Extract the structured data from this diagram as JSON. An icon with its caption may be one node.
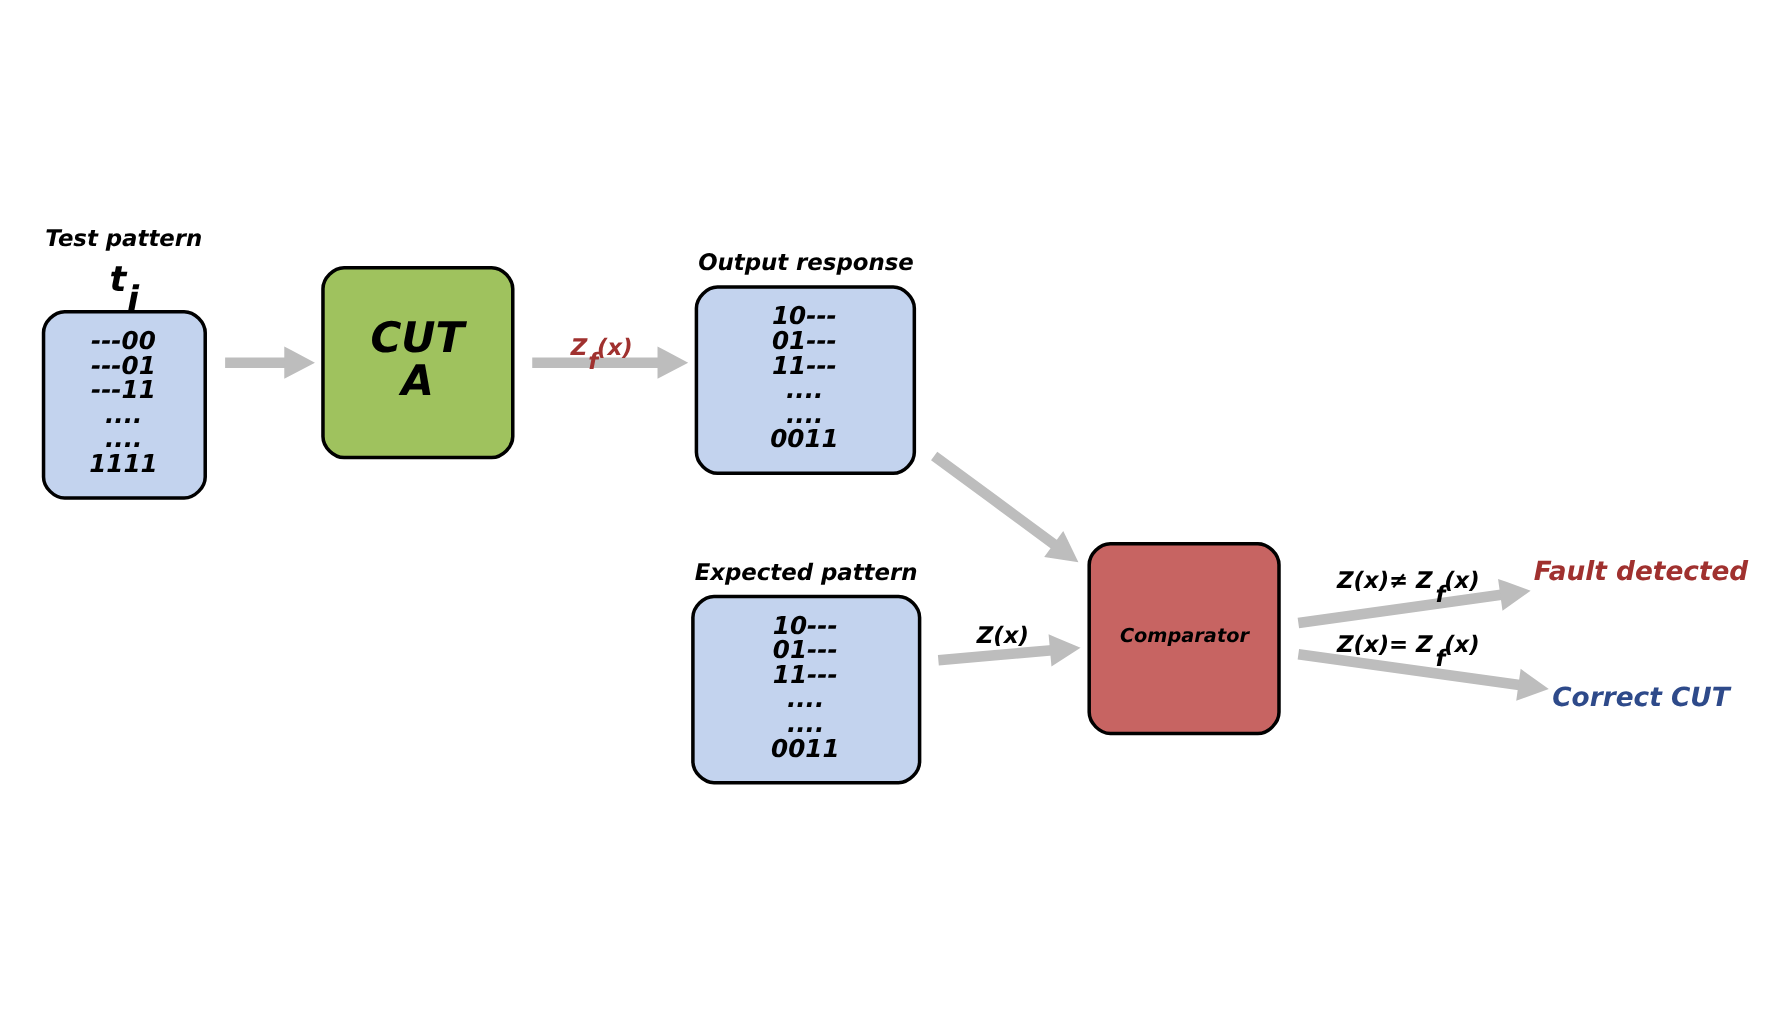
{
  "diagram": {
    "nodes": [
      {
        "text": [
          "Test pattern",
          "t$_{i}$",
          "---00 ---01 ---11 .... .... 1111"
        ]
      },
      {
        "text": [
          "CUT A"
        ]
      },
      {
        "text": [
          "Output response",
          "10--- 01--- 11--- .... .... 0011"
        ]
      },
      {
        "text": [
          "Expected pattern",
          "10--- 01--- 11--- .... .... 0011"
        ]
      },
      {
        "text": [
          "Comparator"
        ]
      },
      {
        "text": [
          "Fault detected"
        ]
      },
      {
        "text": [
          "Correct CUT"
        ]
      }
    ],
    "edges": [
      {
        "from": 0,
        "to": 1,
        "arrow": "to"
      },
      {
        "from": 1,
        "to": 2,
        "arrow": "to",
        "label": "Z$_{f}$(x)"
      },
      {
        "from": 2,
        "to": 4,
        "arrow": "to"
      },
      {
        "from": 3,
        "to": 4,
        "arrow": "to",
        "label": "Z(x)"
      },
      {
        "from": 4,
        "to": 5,
        "arrow": "to",
        "label": "Z(x)≠ Z$_{f}$(x)"
      },
      {
        "from": 4,
        "to": 6,
        "arrow": "to",
        "label": "Z(x)= Z$_{f}$(x)"
      }
    ]
  }
}
